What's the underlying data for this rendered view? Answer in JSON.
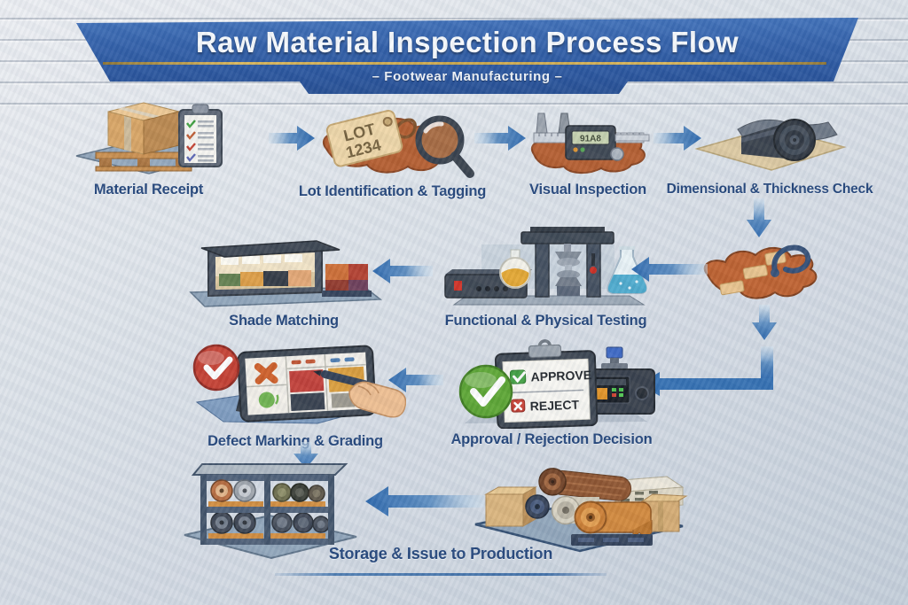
{
  "banner": {
    "title": "Raw Material Inspection Process Flow",
    "subtitle": "–  Footwear Manufacturing  –"
  },
  "nodes": {
    "material_receipt": {
      "label": "Material Receipt"
    },
    "lot_identification": {
      "label": "Lot Identification & Tagging",
      "tag_line1": "LOT",
      "tag_line2": "1234"
    },
    "visual_inspection": {
      "label": "Visual Inspection",
      "caliper_display": "91A8"
    },
    "dimensional_check": {
      "label": "Dimensional & Thickness Check"
    },
    "functional_testing": {
      "label": "Functional & Physical Testing"
    },
    "shade_matching": {
      "label": "Shade Matching"
    },
    "defect_marking": {
      "label": "Defect Marking & Grading"
    },
    "approval_decision": {
      "label": "Approval / Rejection Decision",
      "approve": "APPROVE",
      "reject": "REJECT"
    },
    "storage_issue": {
      "label": "Storage & Issue to Production"
    }
  },
  "flow_order": [
    "Material Receipt",
    "Lot Identification & Tagging",
    "Visual Inspection",
    "Dimensional & Thickness Check",
    "Functional & Physical Testing",
    "Shade Matching",
    "Approval / Rejection Decision",
    "Defect Marking & Grading",
    "Storage & Issue to Production"
  ],
  "colors": {
    "banner_blue": "#2c5ba6",
    "accent_gold": "#caa546",
    "label_navy": "#1d4077",
    "arrow_blue": "#2f6cb0",
    "background": "#d9dfe7",
    "mat_blue": "#8ea3b8",
    "leather_orange": "#b2592a"
  }
}
